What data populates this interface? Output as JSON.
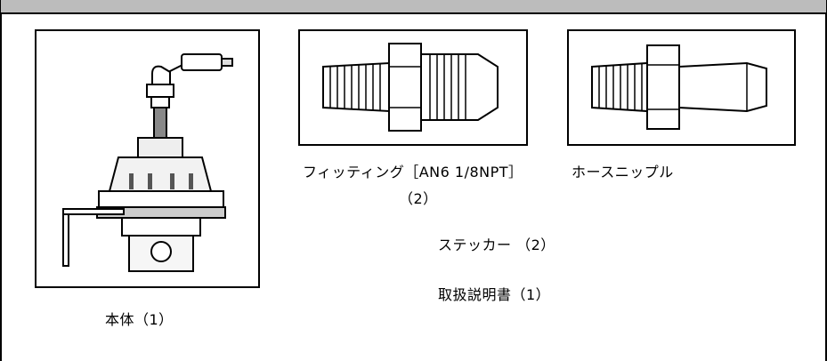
{
  "items": {
    "body": {
      "label": "本体（1）"
    },
    "fitting": {
      "label": "フィッティング［AN6 1/8NPT］",
      "qty": "（2）"
    },
    "hose_nipple": {
      "label": "ホースニップル"
    },
    "sticker": {
      "label": "ステッカー （2）"
    },
    "manual": {
      "label": "取扱説明書（1）"
    }
  }
}
